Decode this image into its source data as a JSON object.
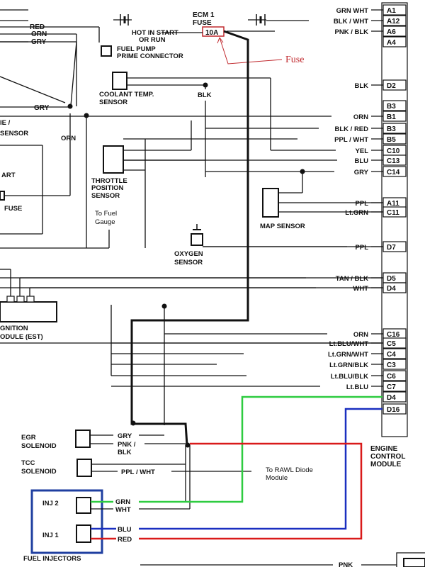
{
  "ecm": {
    "pins_a": [
      {
        "id": "A1",
        "wire": "GRN WHT"
      },
      {
        "id": "A12",
        "wire": "BLK / WHT"
      },
      {
        "id": "A6",
        "wire": "PNK / BLK"
      },
      {
        "id": "A4",
        "wire": ""
      }
    ],
    "pins_b": [
      {
        "id": "D2",
        "wire": "BLK"
      },
      {
        "id": "B3",
        "wire": ""
      },
      {
        "id": "B1",
        "wire": "ORN"
      },
      {
        "id": "B3",
        "wire": "BLK / RED"
      },
      {
        "id": "B5",
        "wire": "PPL / WHT"
      },
      {
        "id": "C10",
        "wire": "YEL"
      },
      {
        "id": "C13",
        "wire": "BLU"
      },
      {
        "id": "C14",
        "wire": "GRY"
      }
    ],
    "pins_c": [
      {
        "id": "A11",
        "wire": "PPL"
      },
      {
        "id": "C11",
        "wire": "Lt.GRN"
      },
      {
        "id": "D7",
        "wire": "PPL"
      },
      {
        "id": "D5",
        "wire": "TAN / BLK"
      },
      {
        "id": "D4",
        "wire": "WHT"
      }
    ],
    "pins_d": [
      {
        "id": "C16",
        "wire": "ORN"
      },
      {
        "id": "C5",
        "wire": "Lt.BLU/WHT"
      },
      {
        "id": "C4",
        "wire": "Lt.GRN/WHT"
      },
      {
        "id": "C3",
        "wire": "Lt.GRN/BLK"
      },
      {
        "id": "C6",
        "wire": "Lt.BLU/BLK"
      },
      {
        "id": "C7",
        "wire": "Lt.BLU"
      },
      {
        "id": "D4",
        "wire": ""
      },
      {
        "id": "D16",
        "wire": ""
      }
    ],
    "label_line1": "ENGINE",
    "label_line2": "CONTROL",
    "label_line3": "MODULE"
  },
  "left_wires": {
    "red": "RED",
    "orn": "ORN",
    "gry": "GRY",
    "gry_mid": "GRY",
    "orn_vertical": "ORN",
    "blk_coolant": "BLK"
  },
  "fuse": {
    "title_line1": "ECM 1",
    "title_line2": "FUSE",
    "value": "10A",
    "power_line1": "HOT IN START",
    "power_line2": "OR RUN",
    "callout": "Fuse"
  },
  "labels": {
    "fuel_pump_line1": "FUEL PUMP",
    "fuel_pump_line2": "PRIME CONNECTOR",
    "coolant_line1": "COOLANT TEMP.",
    "coolant_line2": "SENSOR",
    "throttle_line1": "THROTTLE",
    "throttle_line2": "POSITION",
    "throttle_line3": "SENSOR",
    "fuel_gauge_line1": "To Fuel",
    "fuel_gauge_line2": "Gauge",
    "map_sensor": "MAP SENSOR",
    "oxygen_line1": "OXYGEN",
    "oxygen_line2": "SENSOR",
    "engine_sensor_line1": "IE /",
    "engine_sensor_line2": "SENSOR",
    "start_partial": "ART",
    "left_fuse": "FUSE",
    "est_line1": "GNITION",
    "est_line2": "ODULE (EST)",
    "egr_line1": "EGR",
    "egr_line2": "SOLENOID",
    "tcc_line1": "TCC",
    "tcc_line2": "SOLENOID",
    "rawl_line1": "To RAWL Diode",
    "rawl_line2": "Module",
    "inj2": "INJ 2",
    "inj1": "INJ 1",
    "fuel_injectors": "FUEL INJECTORS"
  },
  "solenoid_wires": {
    "egr_gry": "GRY",
    "egr_pnk_line1": "PNK /",
    "egr_pnk_line2": "BLK",
    "tcc_ppl": "PPL / WHT",
    "inj2_grn": "GRN",
    "inj2_wht": "WHT",
    "inj1_blu": "BLU",
    "inj1_red": "RED",
    "bottom_pnk": "PNK"
  },
  "colors": {
    "green_wire": "#2ecc40",
    "blue_wire": "#1a2fc0",
    "red_wire": "#d91a1a",
    "annotation": "#c0282d",
    "injector_box": "#1f3fa0"
  }
}
